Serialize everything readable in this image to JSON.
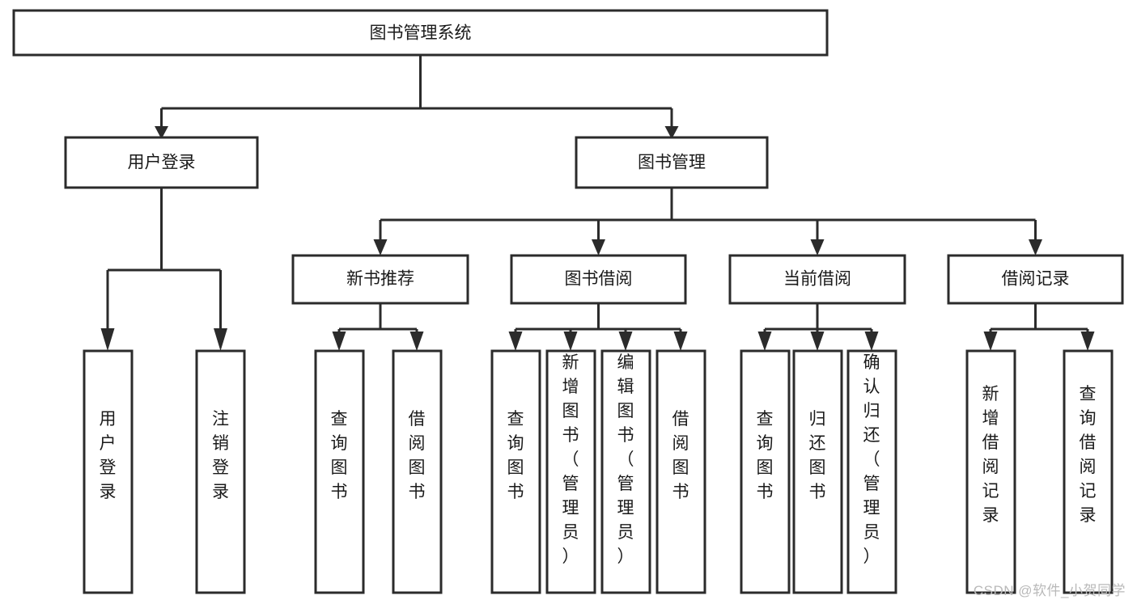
{
  "diagram": {
    "type": "hierarchy-tree",
    "title_node": {
      "label": "图书管理系统"
    },
    "level2": [
      {
        "id": "user-login",
        "label": "用户登录"
      },
      {
        "id": "book-manage",
        "label": "图书管理"
      }
    ],
    "level3": [
      {
        "id": "new-book-recommend",
        "label": "新书推荐"
      },
      {
        "id": "book-borrow",
        "label": "图书借阅"
      },
      {
        "id": "current-borrow",
        "label": "当前借阅"
      },
      {
        "id": "borrow-record",
        "label": "借阅记录"
      }
    ],
    "leaves": {
      "user_login": [
        {
          "id": "leaf-user-login",
          "label": "用户登录"
        },
        {
          "id": "leaf-logout",
          "label": "注销登录"
        }
      ],
      "new_book_recommend": [
        {
          "id": "leaf-query-book-1",
          "label": "查询图书"
        },
        {
          "id": "leaf-borrow-book-1",
          "label": "借阅图书"
        }
      ],
      "book_borrow": [
        {
          "id": "leaf-query-book-2",
          "label": "查询图书"
        },
        {
          "id": "leaf-add-book",
          "label": "新增图书（管理员）"
        },
        {
          "id": "leaf-edit-book",
          "label": "编辑图书（管理员）"
        },
        {
          "id": "leaf-borrow-book-2",
          "label": "借阅图书"
        }
      ],
      "current_borrow": [
        {
          "id": "leaf-query-book-3",
          "label": "查询图书"
        },
        {
          "id": "leaf-return-book",
          "label": "归还图书"
        },
        {
          "id": "leaf-confirm-return",
          "label": "确认归还（管理员）"
        }
      ],
      "borrow_record": [
        {
          "id": "leaf-add-record",
          "label": "新增借阅记录"
        },
        {
          "id": "leaf-query-record",
          "label": "查询借阅记录"
        }
      ]
    },
    "colors": {
      "box_stroke": "#2b2b2b",
      "box_fill": "#ffffff",
      "text": "#1a1a1a",
      "background": "#ffffff",
      "watermark": "#b9b9b9"
    }
  },
  "watermark": {
    "text": "CSDN @软件_小贺同学"
  }
}
